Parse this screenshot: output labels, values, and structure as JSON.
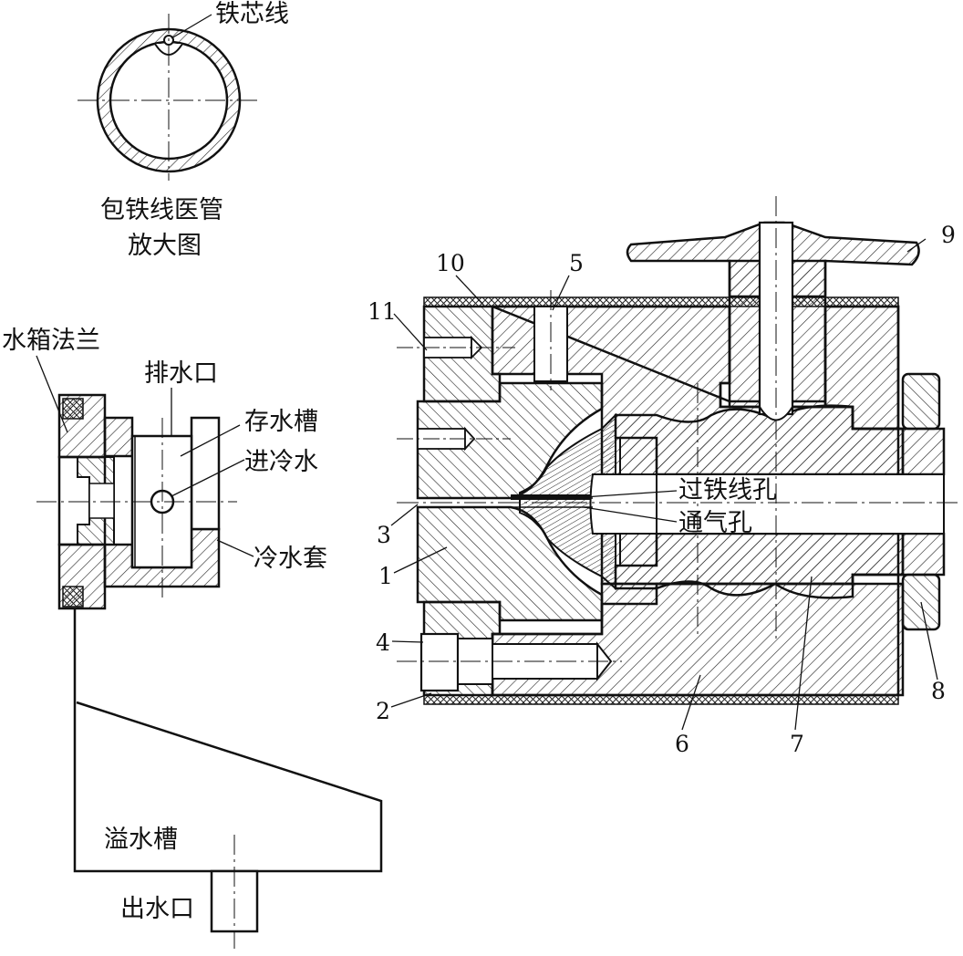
{
  "labels": {
    "iron_core_wire": "铁芯线",
    "magnified_view_line1": "包铁线医管",
    "magnified_view_line2": "放大图",
    "tank_flange": "水箱法兰",
    "drain_outlet": "排水口",
    "water_storage_groove": "存水槽",
    "cold_water_inlet": "进冷水",
    "cooling_jacket": "冷水套",
    "overflow_tank": "溢水槽",
    "water_outlet": "出水口",
    "iron_wire_hole": "过铁线孔",
    "vent_hole": "通气孔"
  },
  "part_numbers": {
    "p1": "1",
    "p2": "2",
    "p3": "3",
    "p4": "4",
    "p5": "5",
    "p6": "6",
    "p7": "7",
    "p8": "8",
    "p9": "9",
    "p10": "10",
    "p11": "11"
  }
}
